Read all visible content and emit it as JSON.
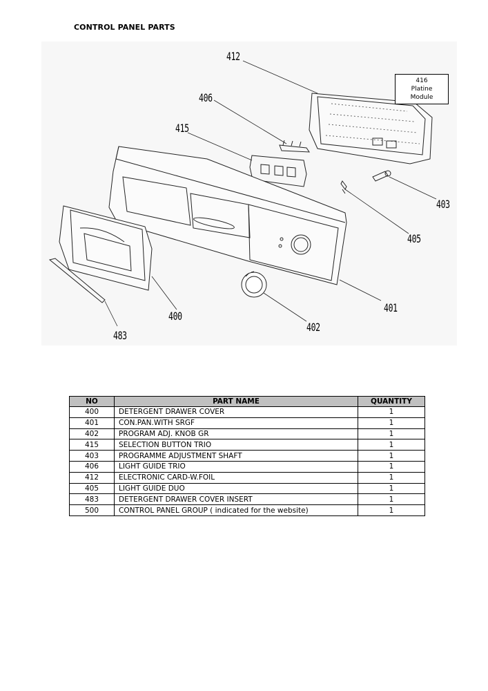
{
  "title": "CONTROL PANEL PARTS",
  "diagram": {
    "callouts": {
      "c412": "412",
      "c406": "406",
      "c415": "415",
      "c403": "403",
      "c405": "405",
      "c401": "401",
      "c400": "400",
      "c402": "402",
      "c483": "483"
    },
    "module_box": {
      "number": "416",
      "line1": "Platine",
      "line2": "Module"
    }
  },
  "table": {
    "headers": {
      "no": "NO",
      "part_name": "PART NAME",
      "quantity": "QUANTITY"
    },
    "rows": [
      {
        "no": "400",
        "name": "DETERGENT DRAWER COVER",
        "qty": "1"
      },
      {
        "no": "401",
        "name": "CON.PAN.WITH SRGF",
        "qty": "1"
      },
      {
        "no": "402",
        "name": "PROGRAM ADJ. KNOB GR",
        "qty": "1"
      },
      {
        "no": "415",
        "name": "SELECTION BUTTON TRIO",
        "qty": "1"
      },
      {
        "no": "403",
        "name": "PROGRAMME ADJUSTMENT  SHAFT",
        "qty": "1"
      },
      {
        "no": "406",
        "name": "LIGHT GUIDE TRIO",
        "qty": "1"
      },
      {
        "no": "412",
        "name": "ELECTRONIC CARD-W.FOIL",
        "qty": "1"
      },
      {
        "no": "405",
        "name": "LIGHT GUIDE DUO",
        "qty": "1"
      },
      {
        "no": "483",
        "name": "DETERGENT DRAWER COVER INSERT",
        "qty": "1"
      },
      {
        "no": "500",
        "name": "CONTROL PANEL GROUP ( indicated for the website)",
        "qty": "1"
      }
    ]
  }
}
